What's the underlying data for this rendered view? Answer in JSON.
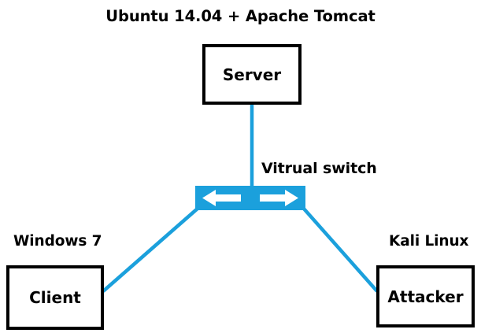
{
  "diagram": {
    "title": "Ubuntu 14.04 + Apache Tomcat",
    "background_color": "#ffffff",
    "link_color": "#1BA0DC",
    "box_border_color": "#000000",
    "box_fill_color": "#ffffff",
    "switch_color": "#1BA0DC",
    "arrow_color": "#ffffff",
    "nodes": [
      {
        "id": "server",
        "label": "Server",
        "os_label": "Ubuntu 14.04 + Apache Tomcat"
      },
      {
        "id": "client",
        "label": "Client",
        "os_label": "Windows 7"
      },
      {
        "id": "attacker",
        "label": "Attacker",
        "os_label": "Kali Linux"
      }
    ],
    "switch": {
      "label": "Vitrual switch",
      "left_arrow": "arrow-left-icon",
      "right_arrow": "arrow-right-icon"
    },
    "links": [
      {
        "from": "server",
        "to": "switch"
      },
      {
        "from": "switch",
        "to": "client"
      },
      {
        "from": "switch",
        "to": "attacker"
      }
    ]
  }
}
